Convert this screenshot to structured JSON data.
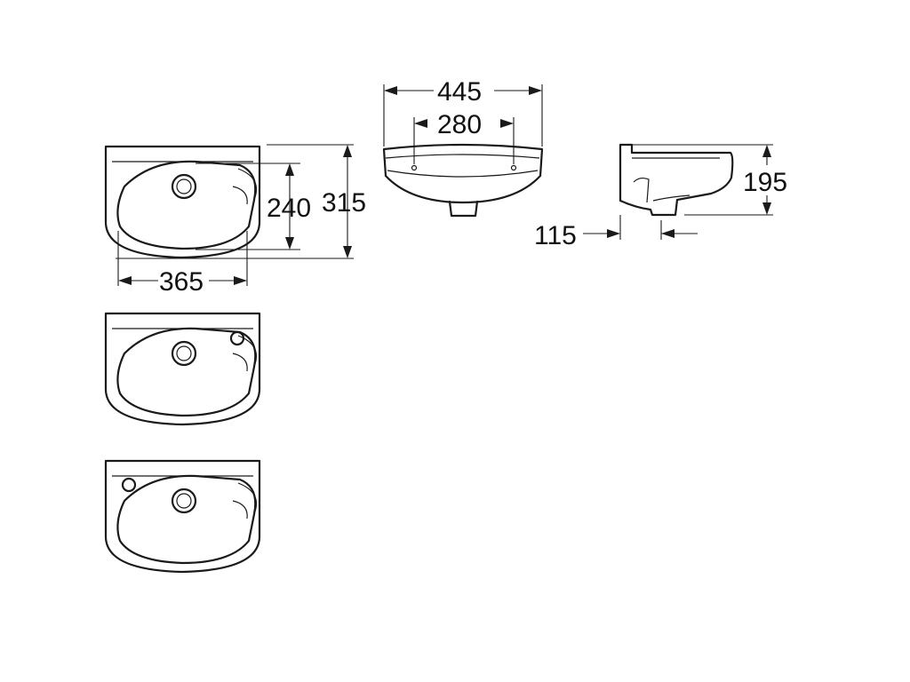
{
  "dimensions": {
    "overall_width": "445",
    "tap_hole_spacing": "280",
    "bowl_depth": "240",
    "overall_depth": "315",
    "bowl_width": "365",
    "height": "195",
    "projection": "115"
  },
  "variants": [
    {
      "tap_hole": "none"
    },
    {
      "tap_hole": "right"
    },
    {
      "tap_hole": "left"
    }
  ],
  "colors": {
    "ink": "#1a1a1a",
    "background": "#ffffff"
  }
}
